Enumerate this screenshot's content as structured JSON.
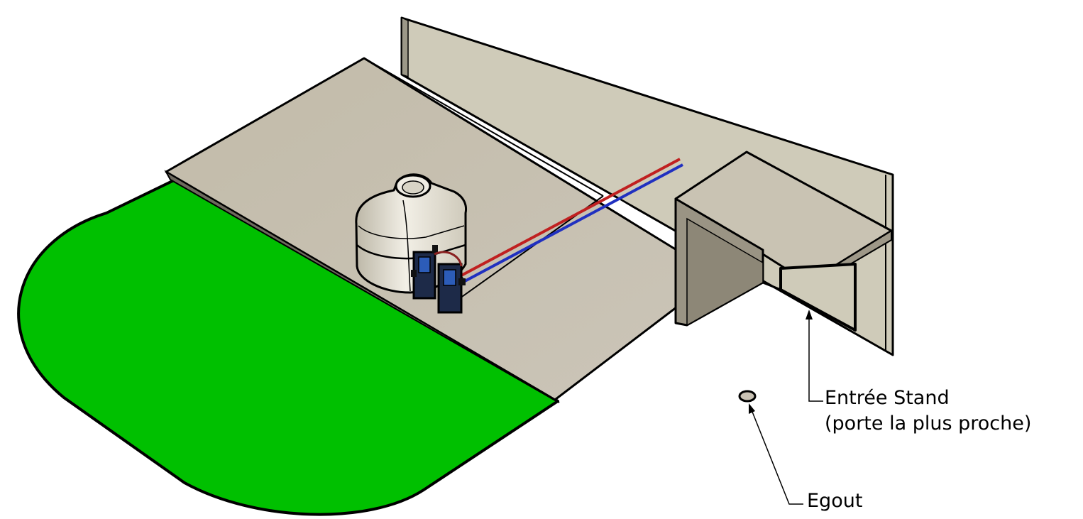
{
  "labels": {
    "entree_line1": "Entrée Stand",
    "entree_line2": "(porte la plus proche)",
    "egout": "Egout"
  },
  "colors": {
    "lawn": "#00C000",
    "slab": "#C9C2B4",
    "wall": "#CFCBB9",
    "tank": "#E6E3D8",
    "pipe_hot": "#C02020",
    "pipe_cold": "#2030C0",
    "outline": "#000000"
  }
}
